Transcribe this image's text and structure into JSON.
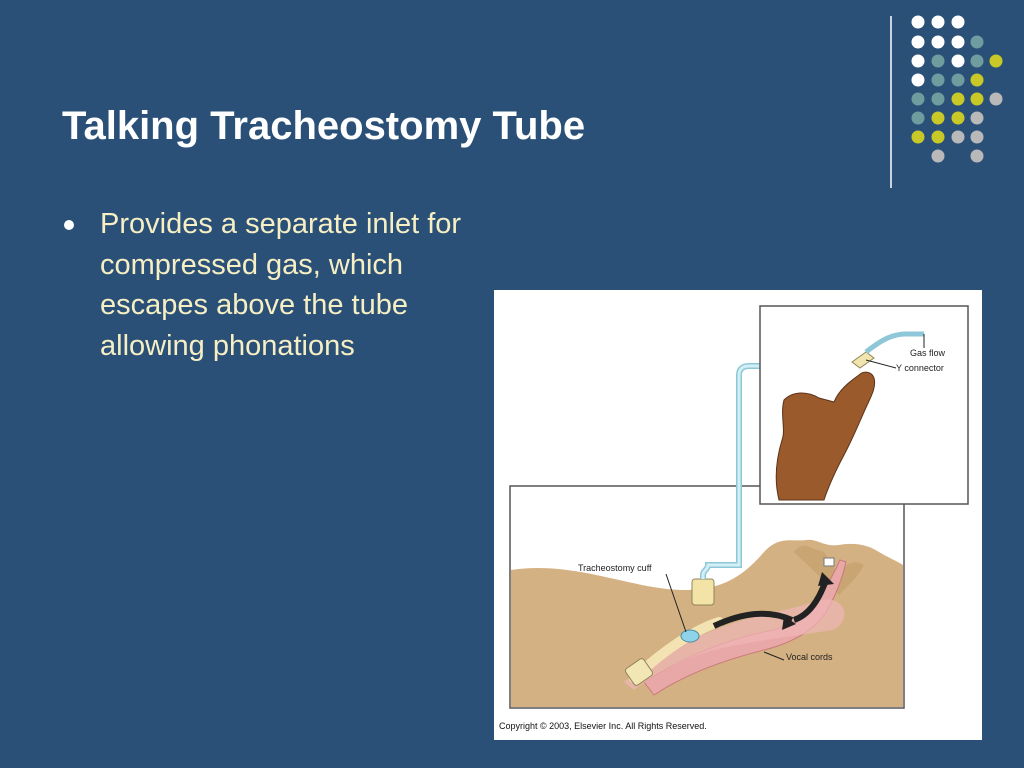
{
  "slide": {
    "title": "Talking Tracheostomy Tube",
    "bullets": [
      "Provides a separate inlet for compressed gas, which escapes above the tube allowing phonations"
    ]
  },
  "figure": {
    "labels": {
      "gas_flow": "Gas flow",
      "y_connector": "Y connector",
      "tracheostomy_cuff": "Tracheostomy cuff",
      "vocal_cords": "Vocal cords"
    },
    "copyright": "Copyright © 2003, Elsevier Inc. All Rights Reserved."
  },
  "colors": {
    "background": "#2a5078",
    "title": "#ffffff",
    "bullet_text": "#f6efc4",
    "dot_white": "#ffffff",
    "dot_teal": "#6f9c9e",
    "dot_yellow": "#c8c828",
    "dot_gray": "#b9b9b9",
    "skin": "#d4b183",
    "tube": "#b7e1ea"
  }
}
